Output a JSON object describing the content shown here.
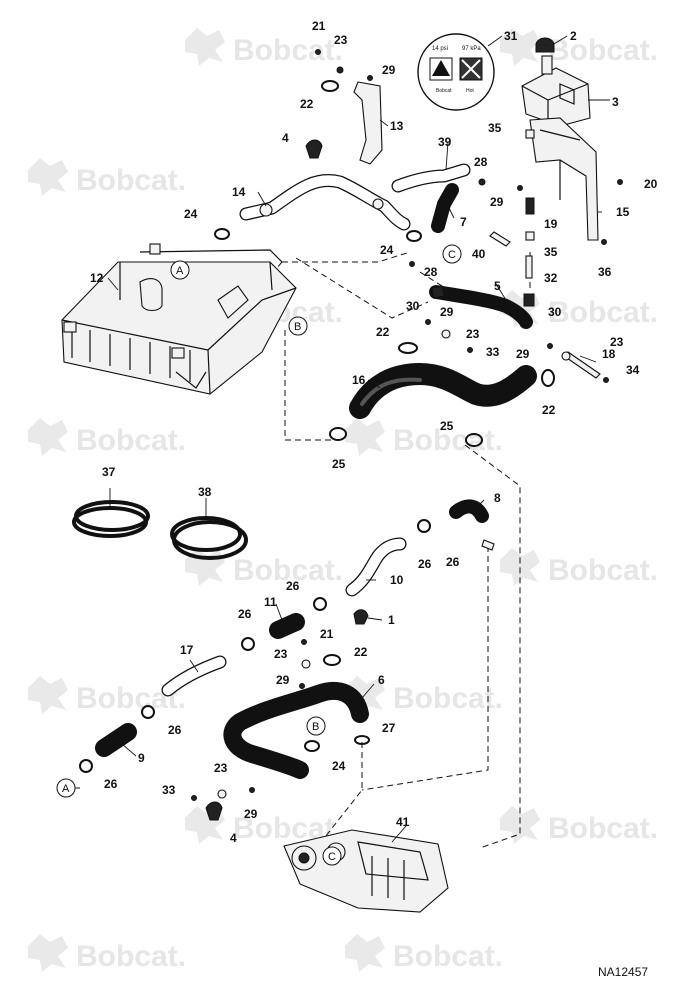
{
  "watermark": {
    "brand_text": "Bobcat."
  },
  "figure_id": "NA12457",
  "cap_label": {
    "left_value": "14 psi",
    "right_value": "97 kPa",
    "bottom_left": "Bobcat",
    "bottom_right": "Hot"
  },
  "connection_refs": {
    "A": "A",
    "B": "B",
    "C": "C"
  },
  "callouts": {
    "c1": "1",
    "c2": "2",
    "c3": "3",
    "c4": "4",
    "c4b": "4",
    "c5": "5",
    "c6": "6",
    "c7": "7",
    "c8": "8",
    "c9": "9",
    "c10": "10",
    "c11": "11",
    "c12": "12",
    "c13": "13",
    "c14": "14",
    "c15": "15",
    "c16": "16",
    "c17": "17",
    "c18": "18",
    "c19": "19",
    "c20": "20",
    "c21": "21",
    "c21b": "21",
    "c22a": "22",
    "c22b": "22",
    "c22c": "22",
    "c22d": "22",
    "c23a": "23",
    "c23b": "23",
    "c23c": "23",
    "c23d": "23",
    "c23e": "23",
    "c24a": "24",
    "c24b": "24",
    "c24c": "24",
    "c25a": "25",
    "c25b": "25",
    "c26a": "26",
    "c26b": "26",
    "c26c": "26",
    "c26d": "26",
    "c26e": "26",
    "c26f": "26",
    "c27": "27",
    "c28a": "28",
    "c28b": "28",
    "c29a": "29",
    "c29b": "29",
    "c29c": "29",
    "c29d": "29",
    "c29e": "29",
    "c30a": "30",
    "c30b": "30",
    "c31": "31",
    "c32": "32",
    "c33a": "33",
    "c33b": "33",
    "c34": "34",
    "c35a": "35",
    "c35b": "35",
    "c36": "36",
    "c37": "37",
    "c38": "38",
    "c39": "39",
    "c40": "40",
    "c41": "41"
  }
}
